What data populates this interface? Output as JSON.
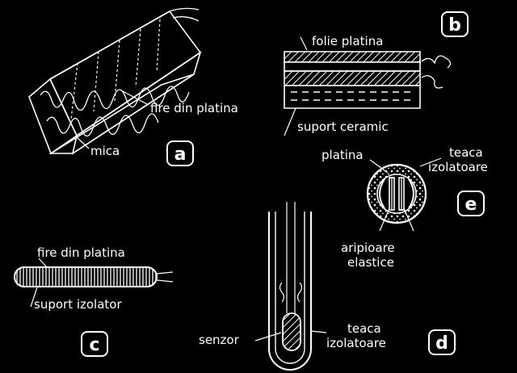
{
  "colors": {
    "background": "#000000",
    "ink": "#ffffff"
  },
  "panels": {
    "a": {
      "badge": "a",
      "labels": {
        "wires": "fire din platina",
        "mica": "mica"
      }
    },
    "b": {
      "badge": "b",
      "labels": {
        "foil": "folie platina",
        "support": "suport ceramic"
      }
    },
    "c": {
      "badge": "c",
      "labels": {
        "wires": "fire din platina",
        "support": "suport izolator"
      }
    },
    "d": {
      "badge": "d",
      "labels": {
        "sensor": "senzor",
        "sheath_line1": "teaca",
        "sheath_line2": "izolatoare"
      }
    },
    "e": {
      "badge": "e",
      "labels": {
        "platinum": "platina",
        "sheath_line1": "teaca",
        "sheath_line2": "izolatoare",
        "fins_line1": "aripioare",
        "fins_line2": "elastice"
      }
    }
  }
}
